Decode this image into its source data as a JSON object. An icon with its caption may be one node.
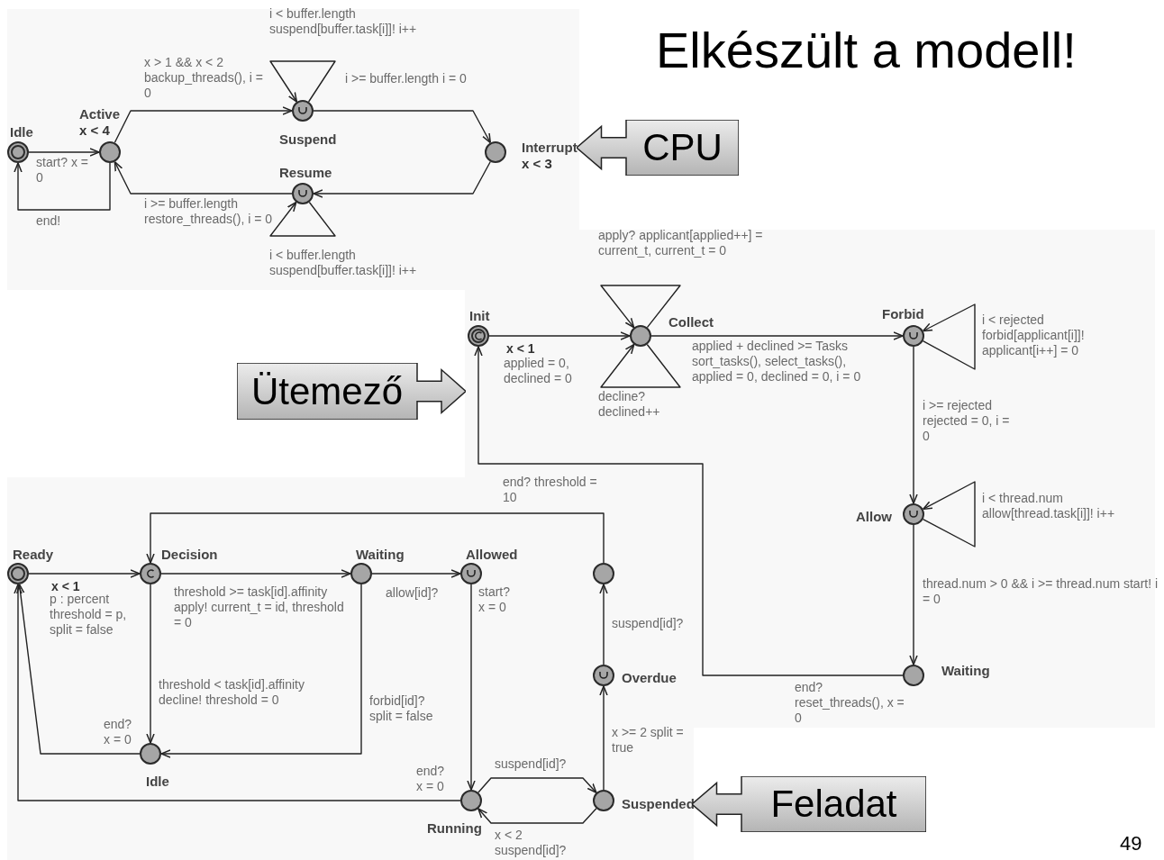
{
  "diagram": {
    "title": "Elkészült a modell!",
    "nodes": [
      {
        "text": [
          "Idle"
        ]
      },
      {
        "text": [
          "Active",
          "x < 4"
        ]
      },
      {
        "text": [
          "Suspend"
        ]
      },
      {
        "text": [
          "Resume"
        ]
      },
      {
        "text": [
          "Interrupt",
          "x < 3"
        ]
      },
      {
        "text": [
          "Init"
        ],
        "beside": [
          "x < 1"
        ]
      },
      {
        "text": [
          "Collect"
        ]
      },
      {
        "text": [
          "Forbid"
        ]
      },
      {
        "text": [
          "Allow"
        ]
      },
      {
        "text": [
          "Waiting"
        ]
      },
      {
        "text": [
          "Ready"
        ],
        "beside": [
          "x < 1"
        ]
      },
      {
        "text": [
          "Decision"
        ]
      },
      {
        "text": [
          "Waiting"
        ]
      },
      {
        "text": [
          "Allowed"
        ]
      },
      {
        "text": [],
        "shape": "circle"
      },
      {
        "text": [
          "Overdue"
        ]
      },
      {
        "text": [
          "Idle"
        ]
      },
      {
        "text": [
          "Running"
        ]
      },
      {
        "text": [
          "Suspended"
        ]
      },
      {
        "text": [
          "CPU"
        ]
      },
      {
        "text": [
          "Ütemező"
        ]
      },
      {
        "text": [
          "Feladat"
        ]
      }
    ],
    "edges": [
      {
        "from": 0,
        "to": 1,
        "arrow": "to",
        "label": "start? x = 0"
      },
      {
        "from": 1,
        "to": 0,
        "arrow": "to",
        "label": "end!"
      },
      {
        "from": 1,
        "to": 2,
        "arrow": "to",
        "label": "x > 1 && x < 2 backup_threads(), i = 0"
      },
      {
        "from": 2,
        "to": 2,
        "arrow": "to",
        "label": "i < buffer.length suspend[buffer.task[i]]! i++"
      },
      {
        "from": 2,
        "to": 4,
        "arrow": "to",
        "label": "i >= buffer.length i = 0"
      },
      {
        "from": 4,
        "to": 3,
        "arrow": "to"
      },
      {
        "from": 3,
        "to": 3,
        "arrow": "to",
        "label": "i < buffer.length suspend[buffer.task[i]]! i++"
      },
      {
        "from": 3,
        "to": 1,
        "arrow": "to",
        "label": "i >= buffer.length restore_threads(), i = 0"
      },
      {
        "from": 5,
        "to": 6,
        "arrow": "to",
        "label": "applied = 0, declined = 0"
      },
      {
        "from": 6,
        "to": 6,
        "arrow": "to",
        "label": "apply? applicant[applied++] = current_t, current_t = 0"
      },
      {
        "from": 6,
        "to": 6,
        "arrow": "to",
        "label": "decline? declined++"
      },
      {
        "from": 6,
        "to": 7,
        "arrow": "to",
        "label": "applied + declined >= Tasks sort_tasks(), select_tasks(), applied = 0, declined = 0, i = 0"
      },
      {
        "from": 7,
        "to": 7,
        "arrow": "to",
        "label": "i < rejected forbid[applicant[i]]! applicant[i++] = 0"
      },
      {
        "from": 7,
        "to": 8,
        "arrow": "to",
        "label": "i >= rejected rejected = 0, i = 0"
      },
      {
        "from": 8,
        "to": 8,
        "arrow": "to",
        "label": "i < thread.num allow[thread.task[i]]! i++"
      },
      {
        "from": 8,
        "to": 9,
        "arrow": "to",
        "label": "thread.num > 0 && i >= thread.num start! i = 0"
      },
      {
        "from": 9,
        "to": 5,
        "arrow": "to",
        "label": "end? reset_threads(), x = 0"
      },
      {
        "from": 10,
        "to": 11,
        "arrow": "to",
        "label": "p : percent threshold = p, split = false"
      },
      {
        "from": 11,
        "to": 12,
        "arrow": "to",
        "label": "threshold >= task[id].affinity apply! current_t = id, threshold = 0"
      },
      {
        "from": 12,
        "to": 13,
        "arrow": "to",
        "label": "allow[id]?"
      },
      {
        "from": 11,
        "to": 16,
        "arrow": "to",
        "label": "threshold < task[id].affinity decline! threshold = 0"
      },
      {
        "from": 12,
        "to": 16,
        "arrow": "to",
        "label": "forbid[id]? split = false"
      },
      {
        "from": 13,
        "to": 17,
        "arrow": "to",
        "label": "start? x = 0"
      },
      {
        "from": 16,
        "to": 10,
        "arrow": "to",
        "label": "end? x = 0"
      },
      {
        "from": 17,
        "to": 10,
        "arrow": "to",
        "label": "end? x = 0"
      },
      {
        "from": 17,
        "to": 18,
        "arrow": "to",
        "label": "suspend[id]?"
      },
      {
        "from": 18,
        "to": 17,
        "arrow": "to",
        "label": "x < 2 suspend[id]?"
      },
      {
        "from": 18,
        "to": 15,
        "arrow": "to",
        "label": "x >= 2 split = true"
      },
      {
        "from": 15,
        "to": 14,
        "arrow": "to",
        "label": "suspend[id]?"
      },
      {
        "from": 14,
        "to": 11,
        "arrow": "to",
        "label": "end? threshold = 10"
      }
    ],
    "labels": [
      "49"
    ]
  }
}
